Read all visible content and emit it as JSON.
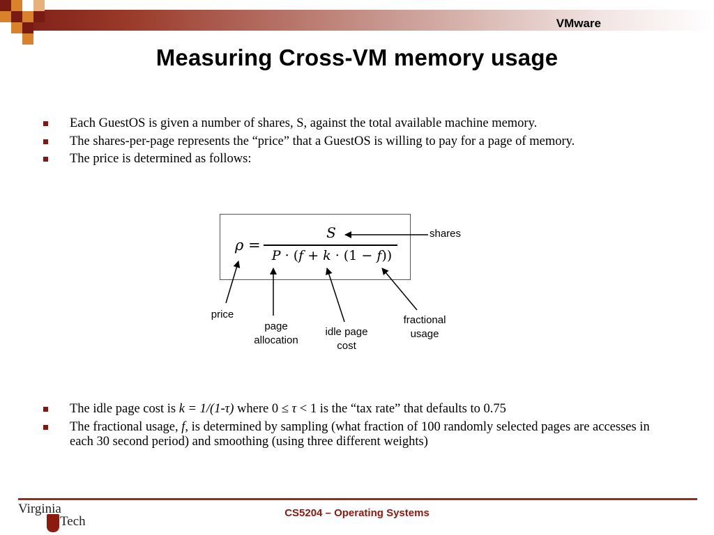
{
  "header": {
    "brand": "VMware",
    "title": "Measuring Cross-VM memory usage"
  },
  "bullets_top": [
    "Each GuestOS is given a number of shares, S, against the total available machine memory.",
    "The shares-per-page represents the “price” that a GuestOS is willing to pay for a page of memory.",
    "The price is determined as follows:"
  ],
  "formula": {
    "lhs": "ρ =",
    "numerator": "S",
    "denominator_parts": {
      "P": "P",
      "dot1": " · (",
      "f1": "f",
      "plus": " + ",
      "k": "k",
      "dot2": " · (1 − ",
      "f2": "f",
      "close": "))"
    }
  },
  "labels": {
    "shares": "shares",
    "price": "price",
    "page_allocation_1": "page",
    "page_allocation_2": "allocation",
    "idle_page_cost_1": "idle page",
    "idle_page_cost_2": "cost",
    "fractional_usage_1": "fractional",
    "fractional_usage_2": "usage"
  },
  "bullets_bottom": {
    "b1": {
      "pre": "The idle page cost is ",
      "k_expr": "k = 1/(1-τ)",
      "mid": " where 0 ≤ ",
      "tau": "τ",
      "post": "  < 1 is the “tax rate” that defaults to 0.75"
    },
    "b2": {
      "pre": "The fractional usage, ",
      "f": "f",
      "post": ", is determined by sampling (what fraction of 100 randomly selected pages are accesses in each 30 second period) and smoothing (using three different weights)"
    }
  },
  "footer": {
    "course": "CS5204 – Operating Systems",
    "logo_top": "Virginia",
    "logo_bottom": "Tech"
  },
  "colors": {
    "maroon": "#7a1a14",
    "orange": "#d9822b",
    "course_text": "#8b1a10"
  }
}
